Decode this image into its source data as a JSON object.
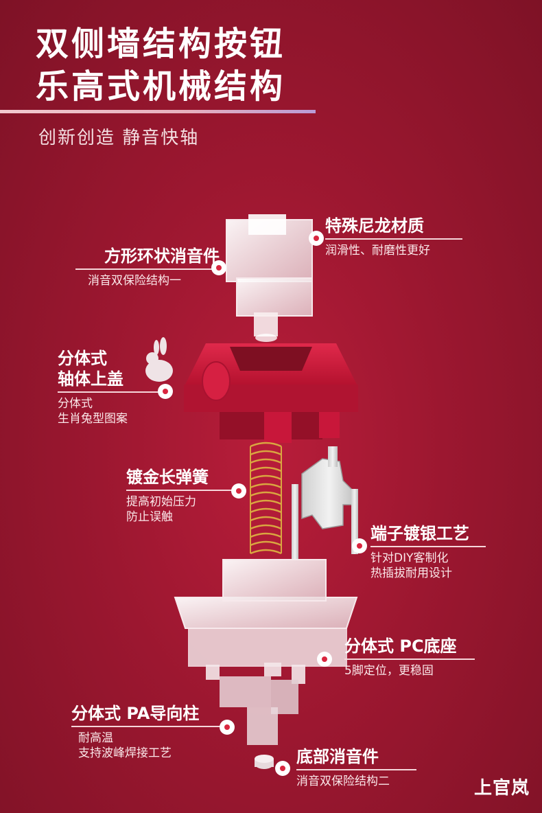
{
  "header": {
    "title_line1": "双侧墙结构按钮",
    "title_line2": "乐高式机械结构",
    "subtitle": "创新创造  静音快轴"
  },
  "labels": {
    "stem_material": {
      "title": "特殊尼龙材质",
      "desc": "润滑性、耐磨性更好"
    },
    "ring_damper": {
      "title": "方形环状消音件",
      "desc": "消音双保险结构一"
    },
    "top_housing": {
      "title_line1": "分体式",
      "title_line2": "轴体上盖",
      "desc_line1": "分体式",
      "desc_line2": "生肖兔型图案"
    },
    "spring": {
      "title": "镀金长弹簧",
      "desc_line1": "提高初始压力",
      "desc_line2": "防止误触"
    },
    "contact": {
      "title": "端子镀银工艺",
      "desc_line1": "针对DIY客制化",
      "desc_line2": "热插拔耐用设计"
    },
    "pc_base": {
      "title": "分体式 PC底座",
      "desc": "5脚定位，更稳固"
    },
    "pa_guide": {
      "title": "分体式 PA导向柱",
      "desc_line1": "耐高温",
      "desc_line2": "支持波峰焊接工艺"
    },
    "bottom_damper": {
      "title": "底部消音件",
      "desc": "消音双保险结构二"
    }
  },
  "brand": "上官岚",
  "colors": {
    "background": "#9c1730",
    "housing_red": "#c8173a",
    "spring_gold": "#d9a640",
    "accent_dot": "#d9263f"
  }
}
